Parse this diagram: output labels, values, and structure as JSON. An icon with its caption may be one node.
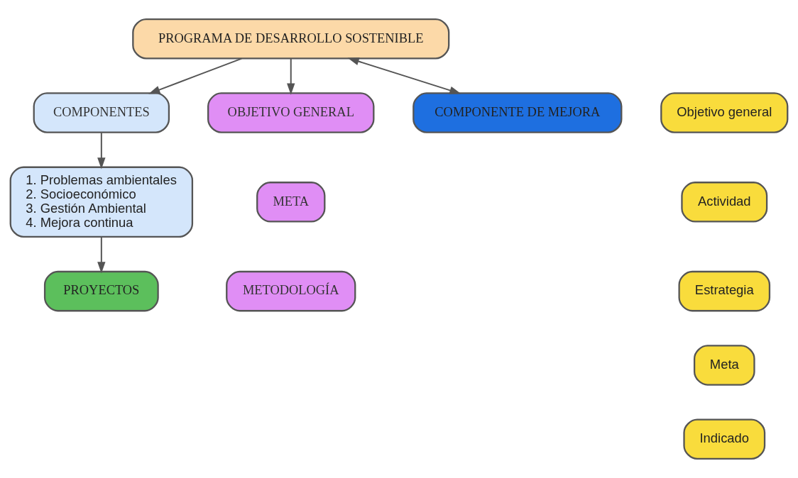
{
  "diagram": {
    "nodes": [
      {
        "text": [
          "PROGRAMA DE DESARROLLO SOSTENIBLE"
        ]
      },
      {
        "text": [
          "COMPONENTES"
        ]
      },
      {
        "text": [
          "1. Problemas ambientales",
          "2. Socioeconómico",
          "3. Gestión Ambiental",
          "4. Mejora continua"
        ]
      },
      {
        "text": [
          "OBJETIVO GENERAL"
        ]
      },
      {
        "text": [
          "META"
        ]
      },
      {
        "text": [
          "METODOLOGÍA"
        ]
      },
      {
        "text": [
          "COMPONENTE DE MEJORA"
        ]
      },
      {
        "text": [
          "PROYECTOS"
        ]
      },
      {
        "text": [
          "Objetivo general"
        ]
      },
      {
        "text": [
          "Actividad"
        ]
      },
      {
        "text": [
          "Estrategia"
        ]
      },
      {
        "text": [
          "Meta"
        ]
      },
      {
        "text": [
          "Indicado"
        ]
      }
    ],
    "edges": [
      {
        "from": 0,
        "to": 1,
        "arrow": "to"
      },
      {
        "from": 0,
        "to": 3,
        "arrow": "to"
      },
      {
        "from": 6,
        "to": 0,
        "arrow": "both"
      },
      {
        "from": 1,
        "to": 2,
        "arrow": "to"
      },
      {
        "from": 2,
        "to": 7,
        "arrow": "to"
      }
    ]
  }
}
